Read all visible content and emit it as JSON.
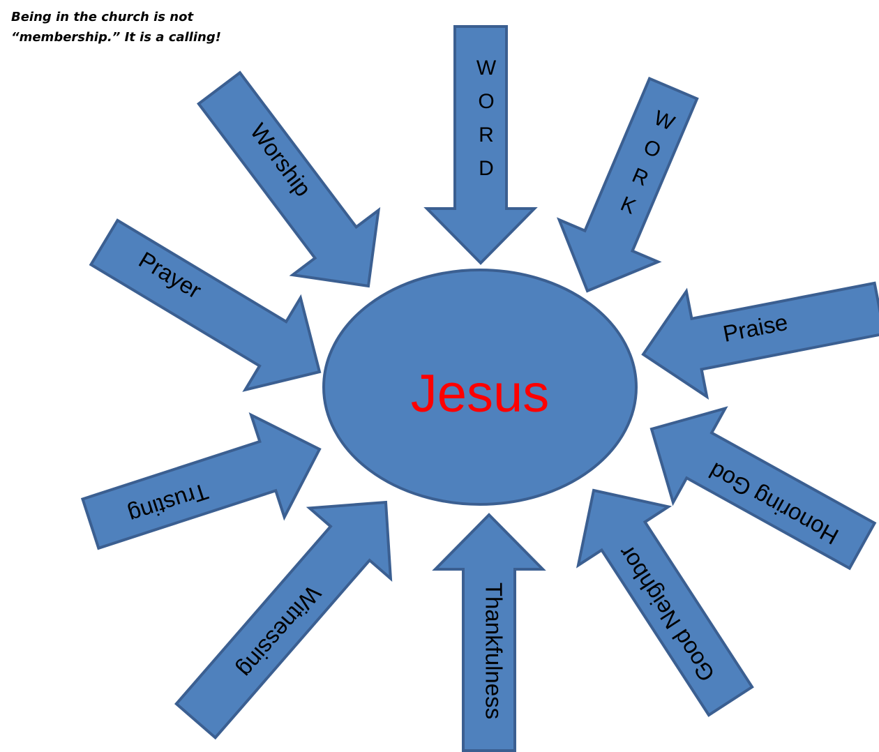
{
  "caption": {
    "line1": "Being in the church is not",
    "line2": "“membership.” It is a calling!"
  },
  "center": {
    "label": "Jesus",
    "text_color": "#ff0000",
    "fill_color": "#4f81bd"
  },
  "arrows": [
    {
      "id": "word",
      "label": "WORD",
      "style": "stacked-letters"
    },
    {
      "id": "work",
      "label": "WORK",
      "style": "stacked-letters"
    },
    {
      "id": "worship",
      "label": "Worship"
    },
    {
      "id": "prayer",
      "label": "Prayer"
    },
    {
      "id": "praise",
      "label": "Praise"
    },
    {
      "id": "trusting",
      "label": "Trusting"
    },
    {
      "id": "honoring-god",
      "label": "Honoring God"
    },
    {
      "id": "witnessing",
      "label": "Witnessing"
    },
    {
      "id": "thankfulness",
      "label": "Thankfulness"
    },
    {
      "id": "good-neighbor",
      "label": "Good Neighbor"
    }
  ],
  "colors": {
    "arrow_fill": "#4f81bd",
    "arrow_stroke": "#3b5f91",
    "arrow_text": "#000000"
  }
}
